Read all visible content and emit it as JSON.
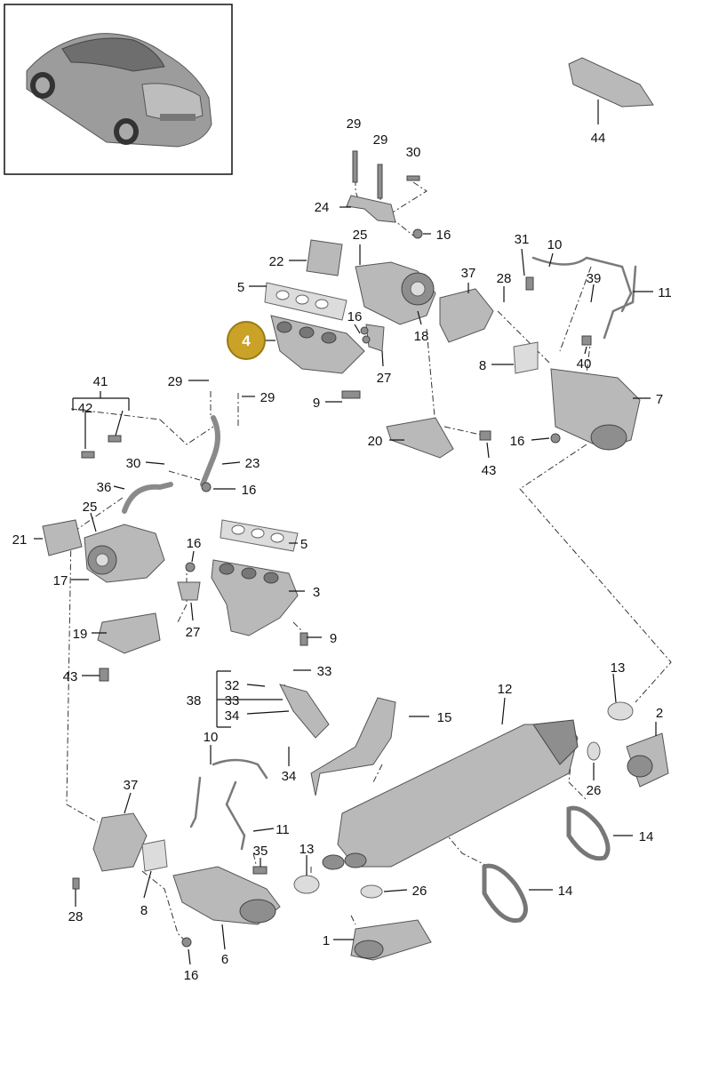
{
  "callouts": {
    "c44": "44",
    "c29a": "29",
    "c29b": "29",
    "c30a": "30",
    "c24": "24",
    "c16a": "16",
    "c25a": "25",
    "c22": "22",
    "c5a": "5",
    "c37a": "37",
    "c28a": "28",
    "c31": "31",
    "c10a": "10",
    "c39": "39",
    "c11a": "11",
    "c16b": "16",
    "c18": "18",
    "c4": "4",
    "c27a": "27",
    "c8a": "8",
    "c40": "40",
    "c7": "7",
    "c9a": "9",
    "c20": "20",
    "c43a": "43",
    "c16c": "16",
    "c41": "41",
    "c42": "42",
    "c29c": "29",
    "c29d": "29",
    "c30b": "30",
    "c23": "23",
    "c36": "36",
    "c16d": "16",
    "c25b": "25",
    "c21": "21",
    "c16e": "16",
    "c5b": "5",
    "c17": "17",
    "c3": "3",
    "c27b": "27",
    "c19": "19",
    "c9b": "9",
    "c43b": "43",
    "c33a": "33",
    "c38": "38",
    "c32": "32",
    "c33b": "33",
    "c34a": "34",
    "c12": "12",
    "c13a": "13",
    "c15": "15",
    "c2": "2",
    "c10b": "10",
    "c34b": "34",
    "c26a": "26",
    "c37b": "37",
    "c11b": "11",
    "c14a": "14",
    "c35": "35",
    "c13b": "13",
    "c26b": "26",
    "c14b": "14",
    "c28b": "28",
    "c8b": "8",
    "c1": "1",
    "c6": "6",
    "c16f": "16"
  },
  "highlight": {
    "label": "4",
    "color": "#c9a227",
    "border": "#9a7a14"
  },
  "colors": {
    "part": "#b9b9b9",
    "outline": "#555555",
    "text": "#111111"
  },
  "thumbnail": {
    "icon": "car-icon"
  }
}
